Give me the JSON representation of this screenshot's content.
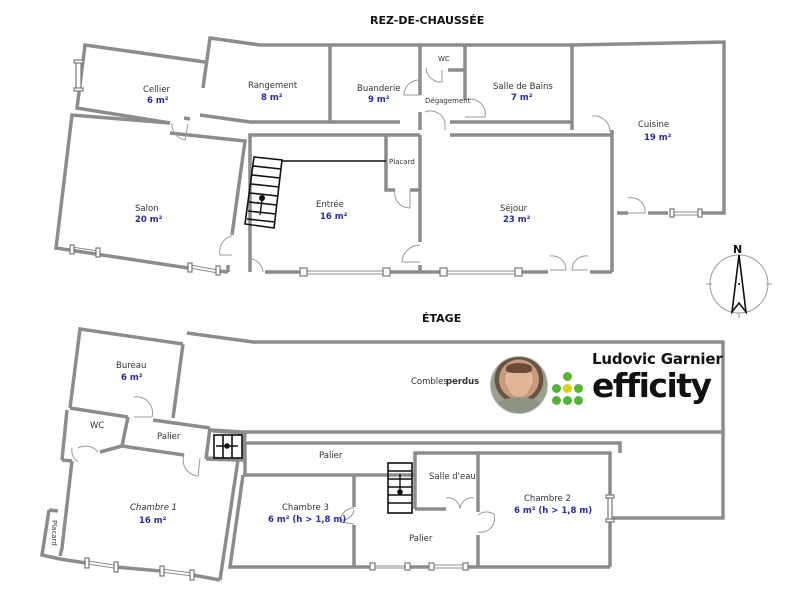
{
  "ground_floor": {
    "title": "REZ-DE-CHAUSSÉE",
    "rooms": [
      {
        "name": "Cellier",
        "area": "6 m²"
      },
      {
        "name": "Rangement",
        "area": "8 m²"
      },
      {
        "name": "Buanderie",
        "area": "9 m²"
      },
      {
        "name": "WC",
        "area": ""
      },
      {
        "name": "Dégagement",
        "area": ""
      },
      {
        "name": "Salle de Bains",
        "area": "7 m²"
      },
      {
        "name": "Cuisine",
        "area": "19 m²"
      },
      {
        "name": "Salon",
        "area": "20 m²"
      },
      {
        "name": "Entrée",
        "area": "16 m²"
      },
      {
        "name": "Placard",
        "area": ""
      },
      {
        "name": "Séjour",
        "area": "23 m²"
      }
    ]
  },
  "upper_floor": {
    "title": "ÉTAGE",
    "rooms": [
      {
        "name": "Bureau",
        "area": "6 m²"
      },
      {
        "name": "WC",
        "area": ""
      },
      {
        "name": "Palier",
        "area": ""
      },
      {
        "name": "Chambre 1",
        "area": "16 m²"
      },
      {
        "name": "Placard",
        "area": ""
      },
      {
        "name": "Palier",
        "area": ""
      },
      {
        "name": "Chambre 3",
        "area": "6 m² (h > 1,8 m)"
      },
      {
        "name": "Palier",
        "area": ""
      },
      {
        "name": "Salle d'eau",
        "area": ""
      },
      {
        "name": "Chambre 2",
        "area": "6 m² (h > 1,8 m)"
      }
    ],
    "attic": {
      "label": "Combles",
      "label_bold": "perdus"
    }
  },
  "compass": {
    "label": "N"
  },
  "agent": {
    "name": "Ludovic Garnier",
    "brand": "efficity",
    "brand_colors": {
      "green": "#55b435",
      "yellow": "#d8d21c"
    }
  }
}
